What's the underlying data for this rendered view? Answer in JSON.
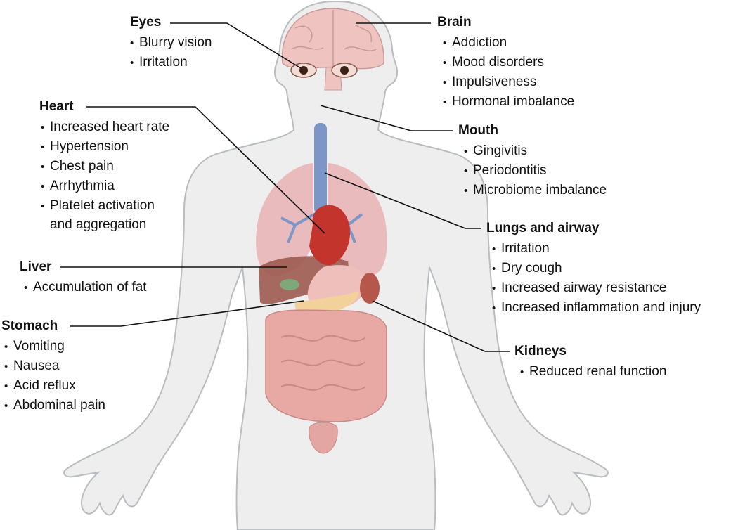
{
  "colors": {
    "body_fill": "#eeeeef",
    "body_stroke": "#b9bcc0",
    "brain": "#efc4c0",
    "lung": "#e8b2b4",
    "heart": "#c2342c",
    "liver": "#9c5a50",
    "intestine": "#e8a9a4",
    "trachea": "#7c96c8",
    "pancreas": "#f2d19b",
    "gallbladder": "#7fa879",
    "leader_line": "#111111"
  },
  "callouts": {
    "eyes": {
      "title": "Eyes",
      "items": [
        "Blurry vision",
        "Irritation"
      ]
    },
    "brain": {
      "title": "Brain",
      "items": [
        "Addiction",
        "Mood disorders",
        "Impulsiveness",
        "Hormonal imbalance"
      ]
    },
    "heart": {
      "title": "Heart",
      "items": [
        "Increased heart rate",
        "Hypertension",
        "Chest pain",
        "Arrhythmia",
        "Platelet activation\nand aggregation"
      ]
    },
    "mouth": {
      "title": "Mouth",
      "items": [
        "Gingivitis",
        "Periodontitis",
        "Microbiome imbalance"
      ]
    },
    "lungs": {
      "title": "Lungs and airway",
      "items": [
        "Irritation",
        "Dry cough",
        "Increased airway resistance",
        "Increased inflammation and injury"
      ]
    },
    "liver": {
      "title": "Liver",
      "items": [
        "Accumulation of fat"
      ]
    },
    "stomach": {
      "title": "Stomach",
      "items": [
        "Vomiting",
        "Nausea",
        "Acid reflux",
        "Abdominal pain"
      ]
    },
    "kidneys": {
      "title": "Kidneys",
      "items": [
        "Reduced renal function"
      ]
    }
  }
}
